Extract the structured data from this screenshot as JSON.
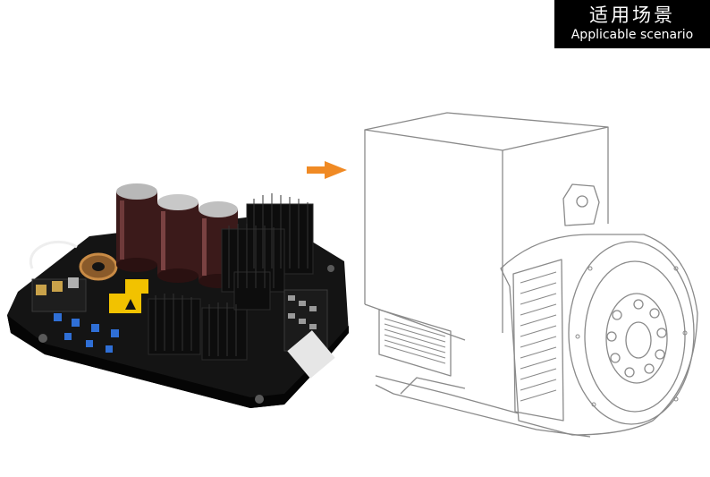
{
  "header": {
    "title_cn": "适用场景",
    "title_en": "Applicable scenario"
  },
  "colors": {
    "header_bg": "#000000",
    "header_text": "#ffffff",
    "arrow": "#f08a24",
    "line_art": "#8a8a8a"
  },
  "icons": {
    "arrow": "arrow-right-icon",
    "product": "avr-board-photo",
    "generator": "generator-line-drawing"
  }
}
